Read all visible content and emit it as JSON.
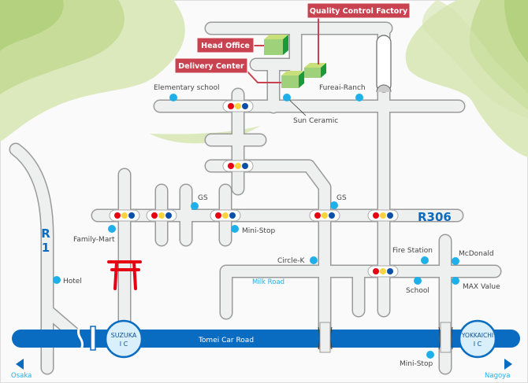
{
  "facilities": {
    "quality_control_factory": "Quality Control Factory",
    "head_office": "Head Office",
    "delivery_center": "Delivery Center"
  },
  "roads": {
    "r1": [
      "R",
      "1"
    ],
    "r306": "R306",
    "milk_road": "Milk Road",
    "tomei": "Tomei Car Road"
  },
  "interchanges": {
    "suzuka": [
      "SUZUKA",
      "I C"
    ],
    "yokkaichi": [
      "YOKKAICHI",
      "I C"
    ]
  },
  "directions": {
    "west": "Osaka",
    "east": "Nagoya"
  },
  "landmarks": [
    "Elementary school",
    "Sun Ceramic",
    "Fureai-Ranch",
    "GS",
    "GS",
    "Family-Mart",
    "Mini-Stop",
    "Hotel",
    "Circle-K",
    "Fire Station",
    "McDonald",
    "School",
    "MAX Value",
    "Mini-Stop"
  ],
  "colors": {
    "highway": "#0a6cc0",
    "poi": "#1fb0ea",
    "label_tag": "#c8424f",
    "hill": "#cfe3a6",
    "shrine": "#e60012",
    "signal": [
      "#e60012",
      "#f7d43a",
      "#0b4fa8"
    ]
  }
}
